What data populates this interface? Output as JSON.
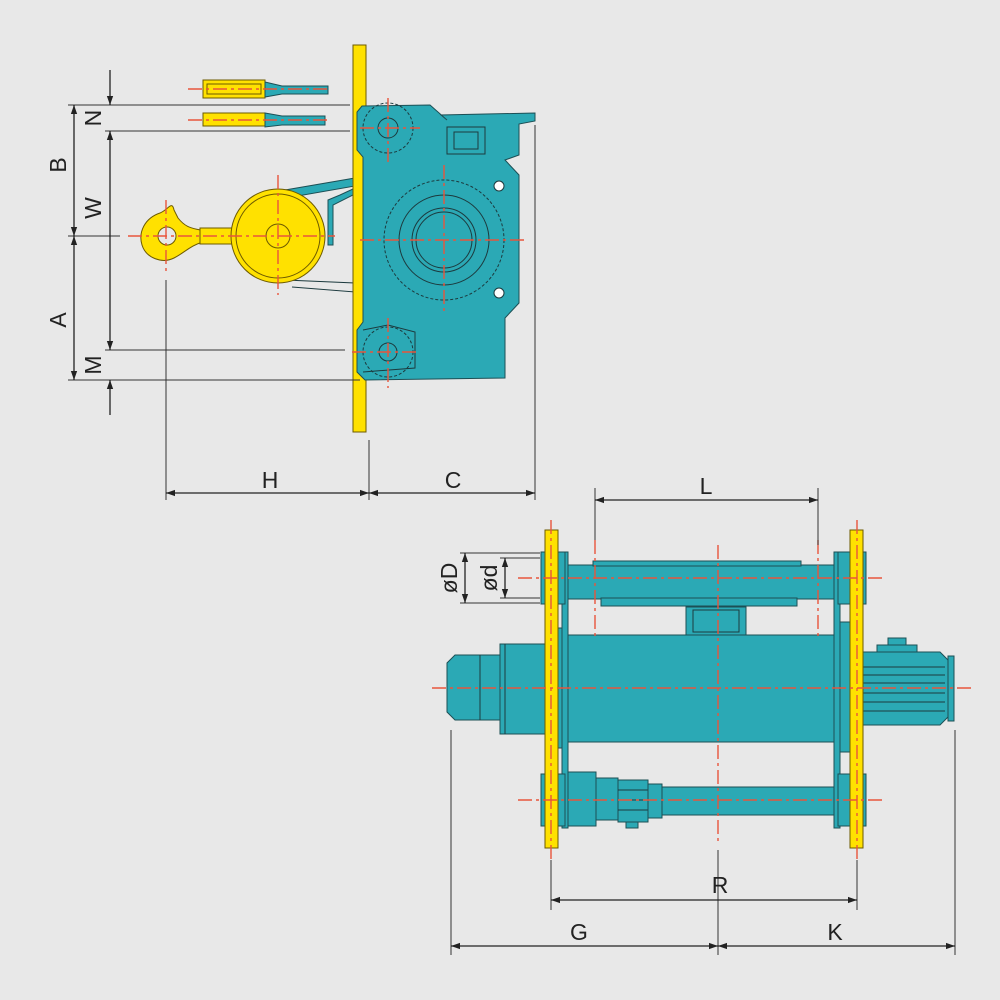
{
  "colors": {
    "background": "#e8e8e8",
    "body": "#2ba9b5",
    "plate": "#ffe100",
    "centerline": "#e8553c",
    "dimension": "#222222"
  },
  "side_view": {
    "dimensions": {
      "N": "N",
      "B": "B",
      "W": "W",
      "A": "A",
      "M": "M",
      "H": "H",
      "C": "C"
    }
  },
  "front_view": {
    "dimensions": {
      "L": "L",
      "D": "øD",
      "d": "ød",
      "R": "R",
      "G": "G",
      "K": "K"
    }
  }
}
